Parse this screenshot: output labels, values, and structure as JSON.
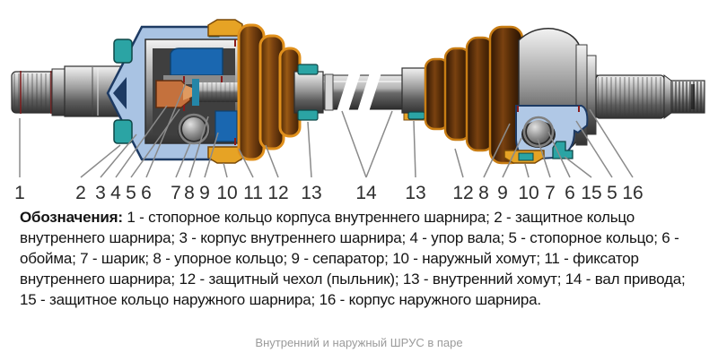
{
  "diagram": {
    "callouts_left": [
      "1",
      "2",
      "3",
      "4",
      "5",
      "6",
      "7",
      "8",
      "9",
      "10",
      "11",
      "12",
      "13"
    ],
    "callouts_right": [
      "14",
      "13",
      "12",
      "8",
      "9",
      "10",
      "7",
      "6",
      "15",
      "5",
      "16"
    ]
  },
  "legend": {
    "heading": "Обозначения:",
    "items": [
      {
        "n": "1",
        "label": "стопорное кольцо корпуса внутреннего шарнира"
      },
      {
        "n": "2",
        "label": "защитное кольцо внутреннего шарнира"
      },
      {
        "n": "3",
        "label": "корпус внутреннего шарнира"
      },
      {
        "n": "4",
        "label": "упор вала"
      },
      {
        "n": "5",
        "label": "стопорное кольцо"
      },
      {
        "n": "6",
        "label": "обойма"
      },
      {
        "n": "7",
        "label": "шарик"
      },
      {
        "n": "8",
        "label": "упорное кольцо"
      },
      {
        "n": "9",
        "label": "сепаратор"
      },
      {
        "n": "10",
        "label": "наружный хомут"
      },
      {
        "n": "11",
        "label": "фиксатор внутреннего шарнира"
      },
      {
        "n": "12",
        "label": "защитный чехол (пыльник)"
      },
      {
        "n": "13",
        "label": "внутренний хомут"
      },
      {
        "n": "14",
        "label": "вал привода"
      },
      {
        "n": "15",
        "label": "защитное кольцо наружного шарнира"
      },
      {
        "n": "16",
        "label": "корпус наружного шарнира"
      }
    ]
  },
  "caption": "Внутренний и наружный ШРУС в паре",
  "colors": {
    "housing_blue": "#a9c3e3",
    "housing_outline": "#1d3a63",
    "race_blue": "#1a67b0",
    "teal_clamp": "#2ba4a4",
    "orange_clamp": "#e6a325",
    "boot_outline": "#e0901c",
    "boot_brown": "#6b3a0e",
    "copper": "#c4713d",
    "leader_gray": "#8a8a8a",
    "number_color": "#2e2e2e",
    "caption_gray": "#9b9b9b"
  }
}
